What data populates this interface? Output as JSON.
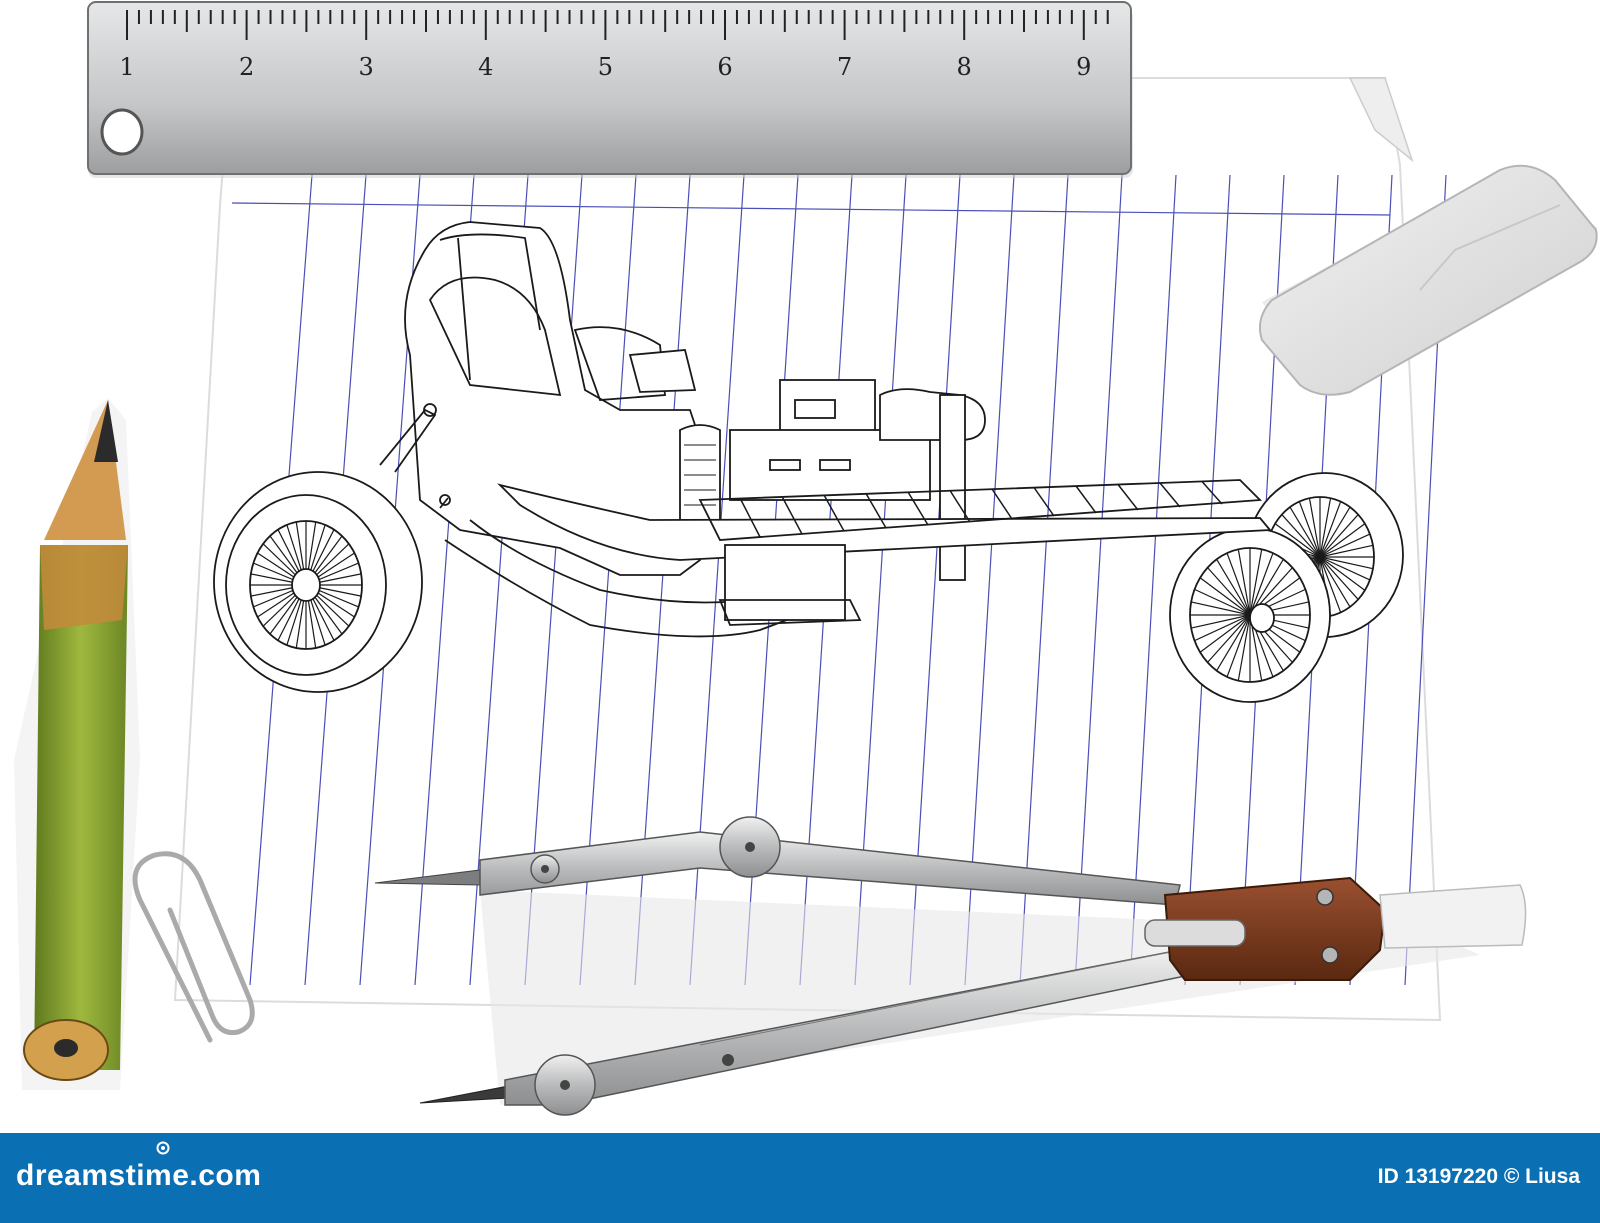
{
  "ruler": {
    "numbers": [
      "1",
      "2",
      "3",
      "4",
      "5",
      "6",
      "7",
      "8",
      "9"
    ]
  },
  "footer": {
    "brand": "dreamstime.com",
    "credit": "ID 13197220 © Liusa",
    "background_color": "#0a6fb3",
    "text_color": "#ffffff"
  },
  "colors": {
    "paper": "#ffffff",
    "paper_lines": "#4a4fb8",
    "ruler": "#c9cbcc",
    "eraser": "#e4e4e4",
    "pencil_body": "#7a9a2c",
    "pencil_wood": "#c98a3c",
    "compass_metal": "#b8babb",
    "compass_head": "#7a3a1c"
  },
  "objects": {
    "ruler_icon": "ruler-icon",
    "pencil_icon": "pencil-icon",
    "eraser_icon": "eraser-icon",
    "compass_icon": "compass-icon",
    "paperclip_icon": "paperclip-icon",
    "car_drawing": "dragster-car-sketch"
  }
}
